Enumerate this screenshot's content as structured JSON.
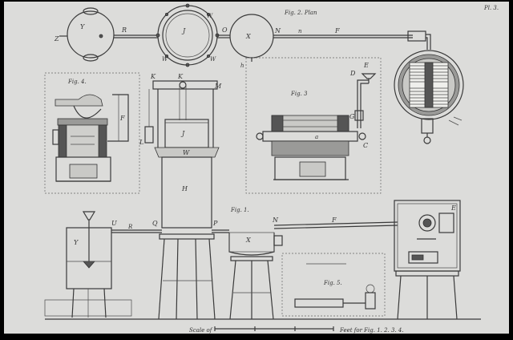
{
  "plate_number": "Pl. 3.",
  "captions": {
    "fig1": "Fig. 1.",
    "fig2": "Fig. 2.  Plan",
    "fig3": "Fig. 3",
    "fig4": "Fig. 4.",
    "fig5": "Fig. 5."
  },
  "scale_caption": {
    "left": "Scale of",
    "right": "Feet for Fig. 1. 2. 3. 4."
  },
  "letters": {
    "fig2": [
      "Y",
      "Z",
      "R",
      "J",
      "W",
      "W",
      "W",
      "O",
      "X",
      "N",
      "n",
      "F",
      "h"
    ],
    "fig1": [
      "Y",
      "U",
      "R",
      "Q",
      "P",
      "N",
      "X",
      "F",
      "E",
      "H",
      "K",
      "K",
      "M",
      "J",
      "L",
      "W"
    ],
    "fig3": [
      "D",
      "E",
      "G",
      "C",
      "a"
    ],
    "fig4": [
      "F"
    ]
  },
  "colors": {
    "paper": "#dcdcda",
    "ink": "#3a3a3a",
    "border": "#000000"
  }
}
